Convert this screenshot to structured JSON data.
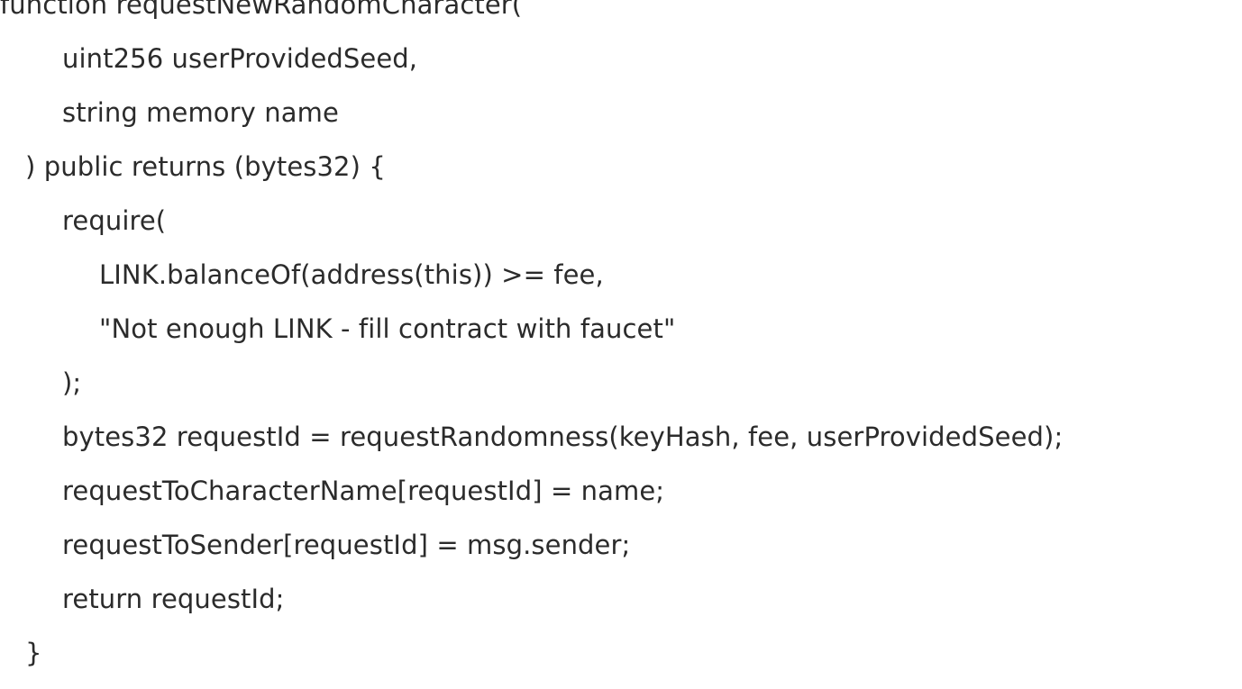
{
  "code": {
    "lines": [
      "function requestNewRandomCharacter(",
      "uint256 userProvidedSeed,",
      "string memory name",
      ") public returns (bytes32) {",
      "require(",
      "LINK.balanceOf(address(this)) >= fee,",
      "\"Not enough LINK - fill contract with faucet\"",
      ");",
      "bytes32 requestId = requestRandomness(keyHash, fee, userProvidedSeed);",
      "requestToCharacterName[requestId] = name;",
      "requestToSender[requestId] = msg.sender;",
      "return requestId;",
      "}"
    ]
  }
}
